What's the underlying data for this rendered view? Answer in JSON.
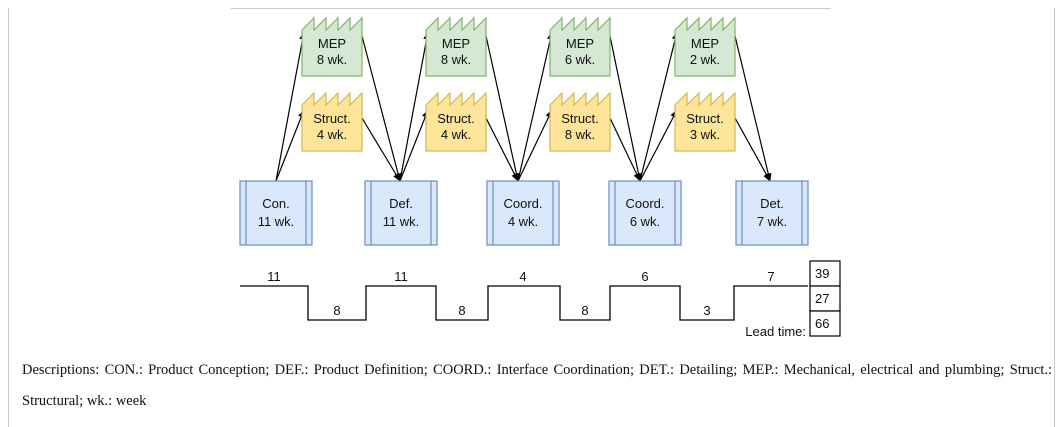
{
  "mep_boxes": [
    {
      "label": "MEP",
      "duration": "8 wk."
    },
    {
      "label": "MEP",
      "duration": "8 wk."
    },
    {
      "label": "MEP",
      "duration": "6 wk."
    },
    {
      "label": "MEP",
      "duration": "2 wk."
    }
  ],
  "struct_boxes": [
    {
      "label": "Struct.",
      "duration": "4 wk."
    },
    {
      "label": "Struct.",
      "duration": "4 wk."
    },
    {
      "label": "Struct.",
      "duration": "8 wk."
    },
    {
      "label": "Struct.",
      "duration": "3 wk."
    }
  ],
  "phases": [
    {
      "label": "Con.",
      "duration": "11 wk."
    },
    {
      "label": "Def.",
      "duration": "11 wk."
    },
    {
      "label": "Coord.",
      "duration": "4 wk."
    },
    {
      "label": "Coord.",
      "duration": "6 wk."
    },
    {
      "label": "Det.",
      "duration": "7 wk."
    }
  ],
  "timeline": {
    "high_values": [
      "11",
      "11",
      "4",
      "6",
      "7"
    ],
    "low_values": [
      "8",
      "8",
      "8",
      "3"
    ]
  },
  "totals": {
    "high_total": "39",
    "low_total": "27",
    "lead_time_label": "Lead time:",
    "lead_time": "66"
  },
  "caption": "Descriptions: CON.: Product Conception; DEF.: Product Definition; COORD.: Interface Coordination; DET.: Detailing; MEP.: Mechanical, electrical and plumbing; Struct.: Structural; wk.: week",
  "colors": {
    "mep_fill": "#d5e8d4",
    "mep_stroke": "#82b366",
    "struct_fill": "#ffe599",
    "struct_stroke": "#d6b656",
    "phase_fill": "#dae8fc",
    "phase_stroke": "#6c8ebf"
  }
}
